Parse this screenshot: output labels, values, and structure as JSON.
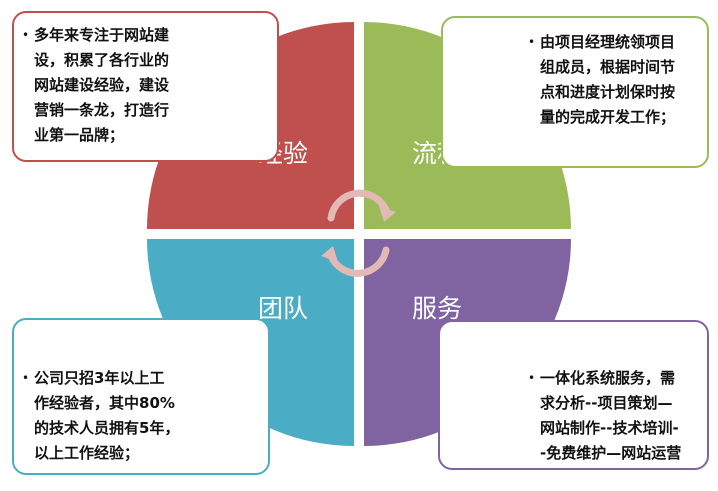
{
  "colors": {
    "experience": "#C0504D",
    "process": "#9BBB59",
    "team": "#4BACC6",
    "service": "#8064A2",
    "arrows": "#E3B9B6"
  },
  "quadrants": {
    "experience": "经验",
    "process": "流程",
    "team": "团队",
    "service": "服务"
  },
  "callouts": {
    "experience": {
      "bullet": "•",
      "text": "多年来专注于网站建\n设，积累了各行业的\n网站建设经验，建设\n营销一条龙，打造行\n业第一品牌；"
    },
    "process": {
      "bullet": "•",
      "text": "由项目经理统领项目\n组成员，根据时间节\n点和进度计划保时按\n量的完成开发工作；"
    },
    "team": {
      "bullet": "•",
      "text": "公司只招3年以上工\n作经验者，其中80%\n的技术人员拥有5年，\n以上工作经验；"
    },
    "service": {
      "bullet": "•",
      "text": "一体化系统服务，需\n求分析--项目策划—\n网站制作--技术培训-\n-免费维护—网站运营"
    }
  },
  "icons": {
    "cycle": "circular-arrows-icon"
  }
}
